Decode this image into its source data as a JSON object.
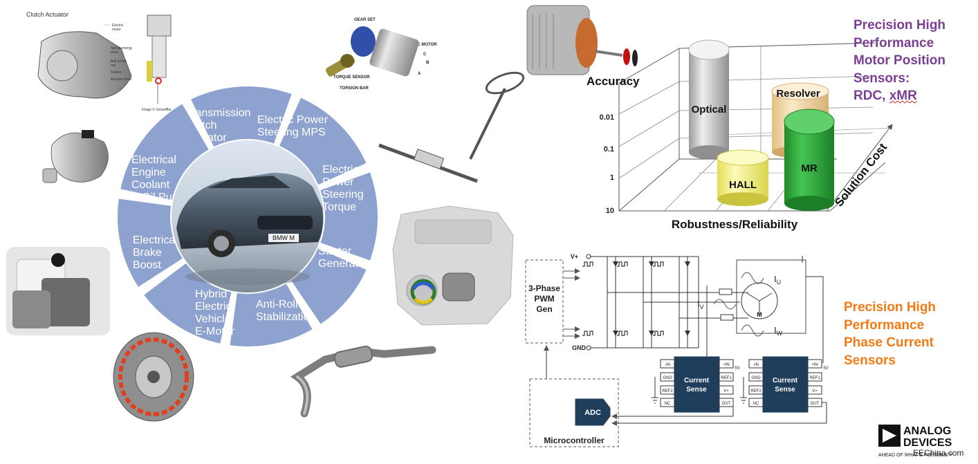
{
  "wheel": {
    "segments": [
      {
        "lines": [
          "Transmission",
          "Clutch",
          "Actuator"
        ]
      },
      {
        "lines": [
          "Electric Power",
          "Steering MPS"
        ]
      },
      {
        "lines": [
          "Electrical",
          "Power",
          "Steering",
          "Torque"
        ]
      },
      {
        "lines": [
          "Starter",
          "Generator"
        ]
      },
      {
        "lines": [
          "Anti-Roll",
          "Stabilization"
        ]
      },
      {
        "lines": [
          "Hybrid",
          "Electric",
          "Vehicle",
          "E-Motor"
        ]
      },
      {
        "lines": [
          "Electrical",
          "Brake",
          "Boost"
        ]
      },
      {
        "lines": [
          "Electrical",
          "Engine",
          "Coolant",
          "& Oil Pump"
        ]
      }
    ],
    "plate": "BMW M"
  },
  "photos": {
    "clutch_title": "Clutch Actuator",
    "clutch_callouts": [
      "Electric",
      "motor",
      "Spring energy",
      "store",
      "Ball screw",
      "nut",
      "Rollers",
      "Actuator lever"
    ],
    "clutch_credit": "Image © Schaeffler",
    "eps_callouts": [
      "GEAR SET",
      "BLDC MOTOR",
      "TORQUE SENSOR",
      "TORSION BAR",
      "A",
      "B",
      "C"
    ]
  },
  "sensor_chart": {
    "y_axis_label": "Accuracy",
    "y_ticks": [
      "0.01",
      "0.1",
      "1",
      "10"
    ],
    "x_axis_label": "Robustness/Reliability",
    "z_axis_label": "Solution Cost",
    "bars": [
      {
        "label": "Optical",
        "color": "#c8c8c8"
      },
      {
        "label": "Resolver",
        "color": "#f6d9a6"
      },
      {
        "label": "HALL",
        "color": "#f4f08a"
      },
      {
        "label": "MR",
        "color": "#2fa83a"
      }
    ]
  },
  "headings": {
    "sensors": [
      "Precision High",
      "Performance",
      "Motor Position",
      "Sensors:",
      "RDC, xMR"
    ],
    "current": [
      "Precision High",
      "Performance",
      "Phase Current",
      "Sensors"
    ]
  },
  "circuit": {
    "vplus": "V+",
    "gnd": "GND",
    "pwm_gen": [
      "3-Phase",
      "PWM",
      "Gen"
    ],
    "i_u": "I",
    "i_u_sub": "U",
    "i_v": "I",
    "i_v_sub": "V",
    "i_w": "I",
    "i_w_sub": "W",
    "motor": "M",
    "current_sense": [
      "Current",
      "Sense"
    ],
    "pins_left": [
      "-IN",
      "GND",
      "REF2",
      "NC"
    ],
    "pins_right": [
      "+IN",
      "REF1",
      "V+",
      "OUT"
    ],
    "supply": "5V",
    "adc": "ADC",
    "microcontroller": "Microcontroller"
  },
  "brand": {
    "logo_line1": "ANALOG",
    "logo_line2": "DEVICES",
    "tagline": "AHEAD OF WHAT'S POSSIBLE™",
    "watermark": "EEChina.com"
  },
  "colors": {
    "wheel_fill": "#8ea2cf",
    "heading_purple": "#7a3f93",
    "heading_orange": "#f07a14",
    "sense_box": "#1f3e5c"
  }
}
